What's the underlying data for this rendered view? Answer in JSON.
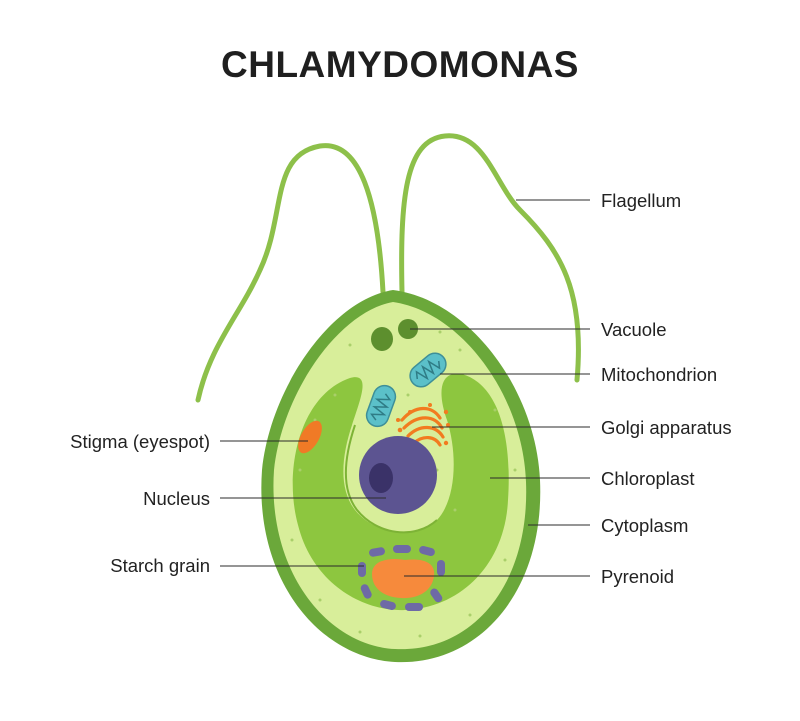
{
  "title": "CHLAMYDOMONAS",
  "labels": {
    "flagellum": "Flagellum",
    "vacuole": "Vacuole",
    "mitochondrion": "Mitochondrion",
    "golgi": "Golgi apparatus",
    "chloroplast": "Chloroplast",
    "cytoplasm": "Cytoplasm",
    "pyrenoid": "Pyrenoid",
    "stigma": "Stigma (eyespot)",
    "nucleus": "Nucleus",
    "starch": "Starch grain"
  },
  "colors": {
    "cell_wall": "#6ba83a",
    "cytoplasm": "#d8ee9a",
    "chloroplast": "#8dc63f",
    "flagellum": "#8dc04a",
    "vacuole": "#5d8f2e",
    "mitochondrion": "#5bc0c9",
    "golgi": "#f27b1f",
    "stigma": "#f07a26",
    "nucleus": "#5c5491",
    "pyrenoid": "#f68a3c",
    "starch": "#6e6aa6"
  }
}
